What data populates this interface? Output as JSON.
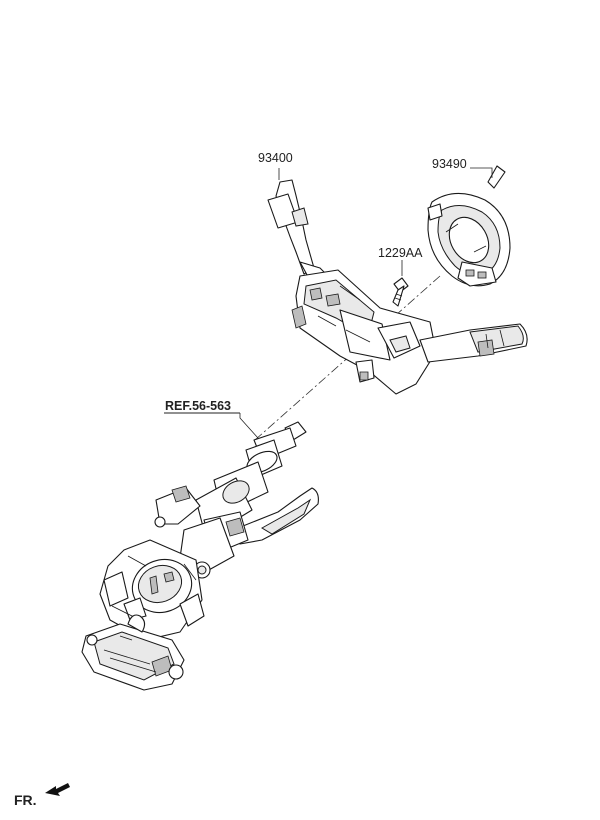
{
  "callouts": {
    "switch_assembly": "93400",
    "clock_spring": "93490",
    "screw": "1229AA",
    "column_reference": "REF.56-563"
  },
  "direction": {
    "label": "FR."
  }
}
